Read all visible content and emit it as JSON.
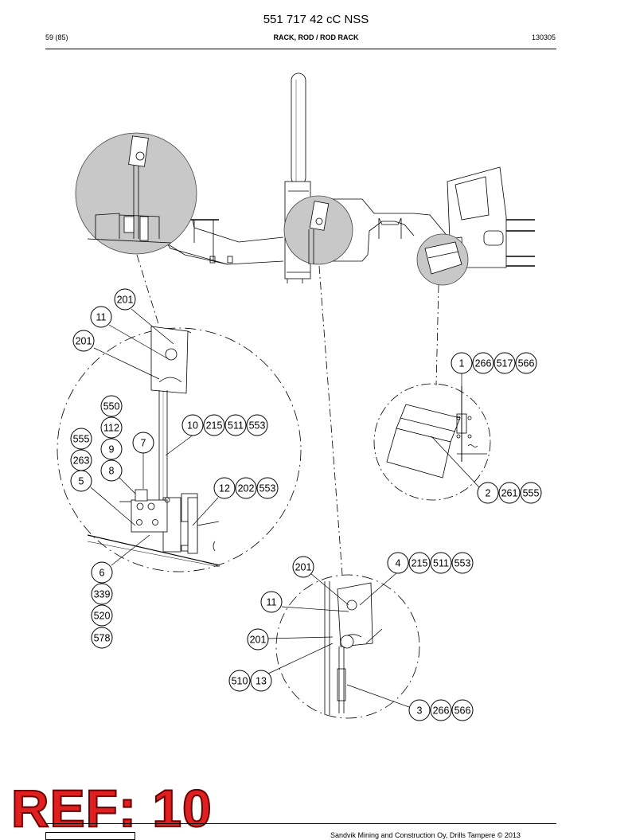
{
  "header": {
    "doc_number": "551 717 42 cC NSS",
    "page": "59 (85)",
    "title": "RACK, ROD / ROD RACK",
    "code": "130305"
  },
  "callouts": [
    {
      "id": "c1",
      "label": "201"
    },
    {
      "id": "c2",
      "label": "11"
    },
    {
      "id": "c3",
      "label": "201"
    },
    {
      "id": "c4",
      "label": "550"
    },
    {
      "id": "c5",
      "label": "112"
    },
    {
      "id": "c6",
      "label": "555"
    },
    {
      "id": "c7",
      "label": "9"
    },
    {
      "id": "c8",
      "label": "7"
    },
    {
      "id": "c9",
      "label": "263"
    },
    {
      "id": "c10",
      "label": "8"
    },
    {
      "id": "c11",
      "label": "5"
    },
    {
      "id": "c12",
      "label": "10"
    },
    {
      "id": "c13",
      "label": "215"
    },
    {
      "id": "c14",
      "label": "511"
    },
    {
      "id": "c15",
      "label": "553"
    },
    {
      "id": "c16",
      "label": "12"
    },
    {
      "id": "c17",
      "label": "202"
    },
    {
      "id": "c18",
      "label": "553"
    },
    {
      "id": "c19",
      "label": "6"
    },
    {
      "id": "c20",
      "label": "339"
    },
    {
      "id": "c21",
      "label": "520"
    },
    {
      "id": "c22",
      "label": "578"
    },
    {
      "id": "c23",
      "label": "1"
    },
    {
      "id": "c24",
      "label": "266"
    },
    {
      "id": "c25",
      "label": "517"
    },
    {
      "id": "c26",
      "label": "566"
    },
    {
      "id": "c27",
      "label": "2"
    },
    {
      "id": "c28",
      "label": "261"
    },
    {
      "id": "c29",
      "label": "555"
    },
    {
      "id": "c30",
      "label": "201"
    },
    {
      "id": "c31",
      "label": "4"
    },
    {
      "id": "c32",
      "label": "215"
    },
    {
      "id": "c33",
      "label": "511"
    },
    {
      "id": "c34",
      "label": "553"
    },
    {
      "id": "c35",
      "label": "11"
    },
    {
      "id": "c36",
      "label": "201"
    },
    {
      "id": "c37",
      "label": "510"
    },
    {
      "id": "c38",
      "label": "13"
    },
    {
      "id": "c39",
      "label": "3"
    },
    {
      "id": "c40",
      "label": "266"
    },
    {
      "id": "c41",
      "label": "566"
    }
  ],
  "stamp": "REF: 10",
  "footer": {
    "copyright": "Sandvik Mining and Construction Oy, Drills Tampere © 2013"
  }
}
